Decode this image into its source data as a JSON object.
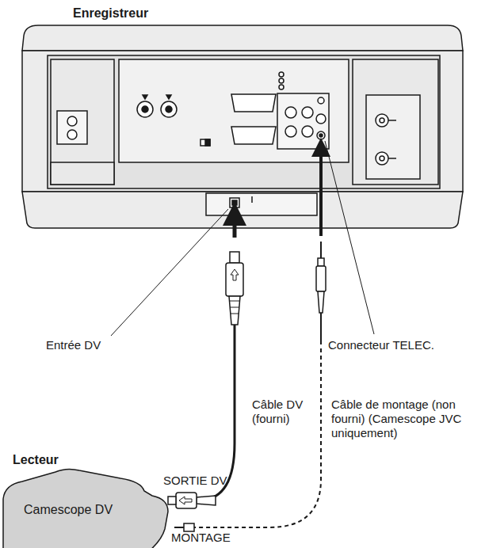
{
  "diagram": {
    "nodes": [
      {
        "text": [
          "Camescope DV"
        ]
      }
    ],
    "labels": [
      "Enregistreur",
      "Entrée DV",
      "Connecteur TELEC.",
      "Câble DV (fourni)",
      "Câble de montage (non fourni) (Camescope JVC uniquement)",
      "Lecteur",
      "SORTIE DV",
      "MONTAGE"
    ]
  }
}
